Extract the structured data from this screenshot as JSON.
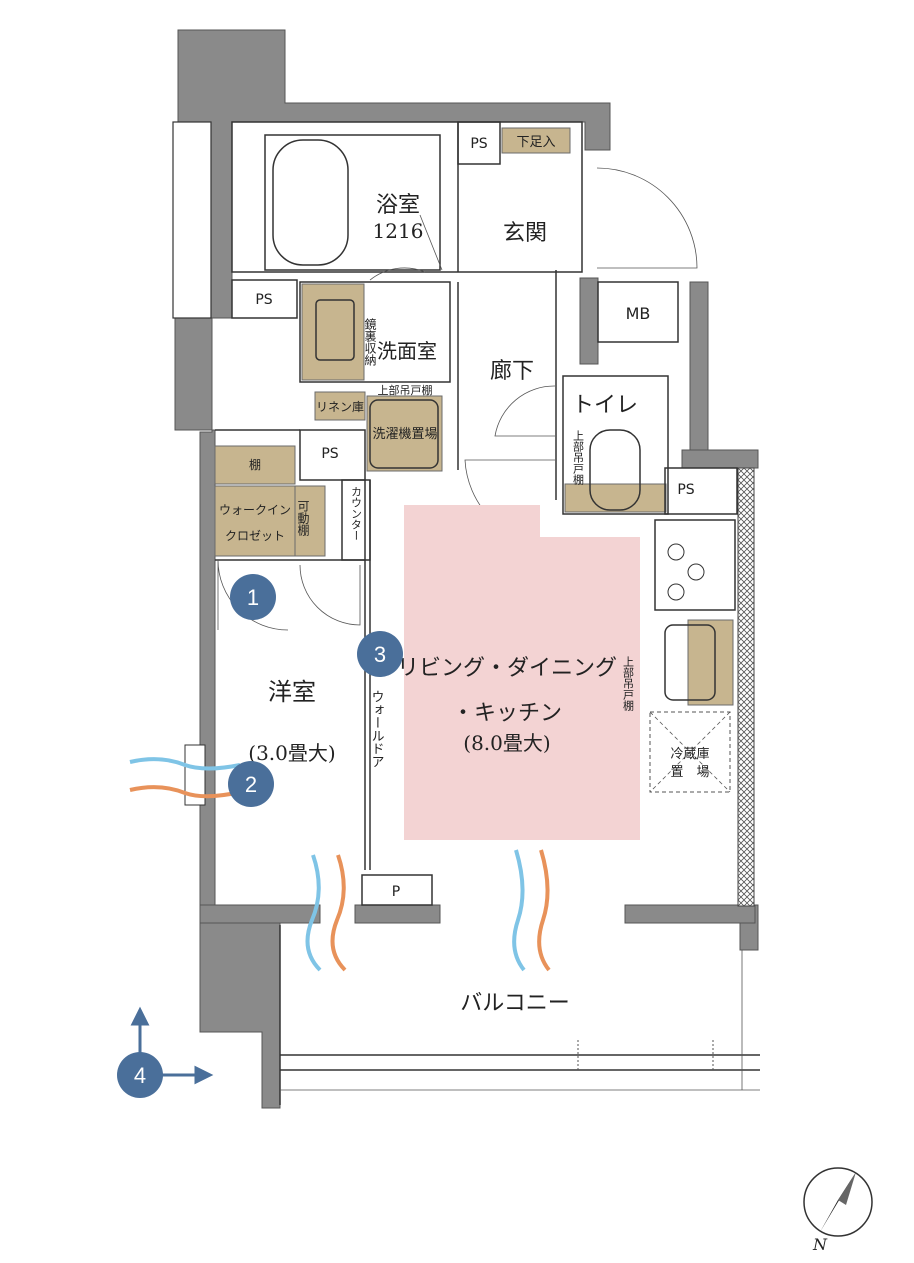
{
  "rooms": {
    "bathroom": "浴室",
    "bathroom_size": "1216",
    "entrance": "玄関",
    "shoe_storage": "下足入",
    "washroom": "洗面室",
    "mirror_storage": "鏡裏収納",
    "hallway": "廊下",
    "toilet": "トイレ",
    "toilet_cabinet": "上部吊戸棚",
    "upper_cabinet": "上部吊戸棚",
    "linen": "リネン庫",
    "washer": "洗濯機置場",
    "mb": "MB",
    "ps1": "PS",
    "ps2": "PS",
    "ps3": "PS",
    "ps4": "PS",
    "shelf": "棚",
    "walkin": "ウォークイン",
    "closet": "クロゼット",
    "movable_shelf": "可動棚",
    "counter": "カウンター",
    "western_room": "洋室",
    "western_size": "(3.0畳大)",
    "wall_door": "ウォールドア",
    "ldk_line1": "リビング・ダイニング",
    "ldk_line2": "・キッチン",
    "ldk_size": "(8.0畳大)",
    "kitchen_cabinet": "上部吊戸棚",
    "fridge_line1": "冷蔵庫",
    "fridge_line2": "置　場",
    "p_label": "P",
    "balcony": "バルコニー"
  },
  "markers": [
    "1",
    "2",
    "3",
    "4"
  ],
  "compass": {
    "label": "N"
  },
  "colors": {
    "ldk_highlight": "#f3d3d3",
    "storage": "#c7b58f",
    "wall": "#8a8a8a",
    "marker": "#4a6f9a",
    "air_blue": "#7fc4e6",
    "air_orange": "#e8925a"
  }
}
